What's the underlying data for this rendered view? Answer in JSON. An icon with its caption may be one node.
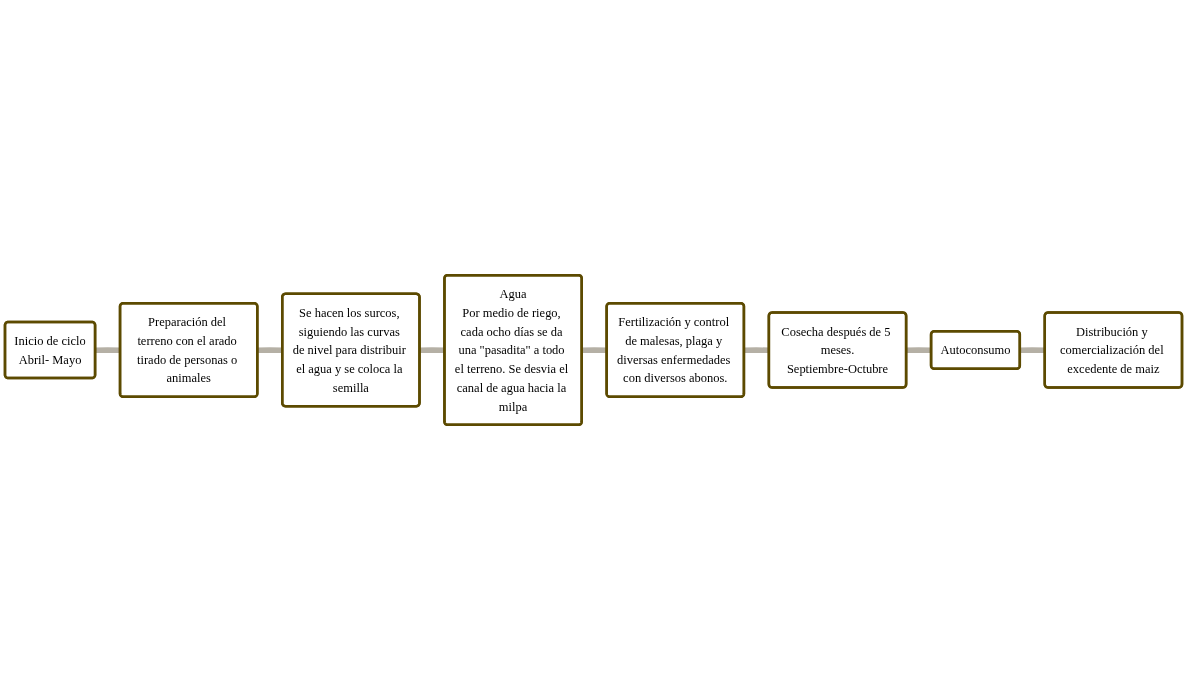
{
  "diagram": {
    "nodes": [
      {
        "text": [
          "Inicio de ciclo",
          "Abril- Mayo"
        ]
      },
      {
        "text": [
          "Preparación del terreno con el arado tirado de personas o animales"
        ]
      },
      {
        "text": [
          "Se hacen los surcos, siguiendo las curvas de nivel para distribuir el agua y se coloca la semilla"
        ]
      },
      {
        "text": [
          "Agua",
          "Por medio de riego, cada ocho días se da una \"pasadita\" a todo el terreno. Se desvia el canal de agua hacia la milpa"
        ]
      },
      {
        "text": [
          "Fertilización y control de malesas, plaga y diversas enfermedades con diversos abonos."
        ]
      },
      {
        "text": [
          "Cosecha después de 5 meses.",
          "Septiembre-Octubre"
        ]
      },
      {
        "text": [
          "Autoconsumo"
        ]
      },
      {
        "text": [
          "Distribución y comercialización del excedente de maiz"
        ]
      }
    ],
    "edges": [
      {
        "from": 0,
        "to": 1,
        "arrow": "none"
      },
      {
        "from": 1,
        "to": 2,
        "arrow": "none"
      },
      {
        "from": 2,
        "to": 3,
        "arrow": "none"
      },
      {
        "from": 3,
        "to": 4,
        "arrow": "none"
      },
      {
        "from": 4,
        "to": 5,
        "arrow": "none"
      },
      {
        "from": 5,
        "to": 6,
        "arrow": "none"
      },
      {
        "from": 6,
        "to": 7,
        "arrow": "none"
      }
    ]
  }
}
